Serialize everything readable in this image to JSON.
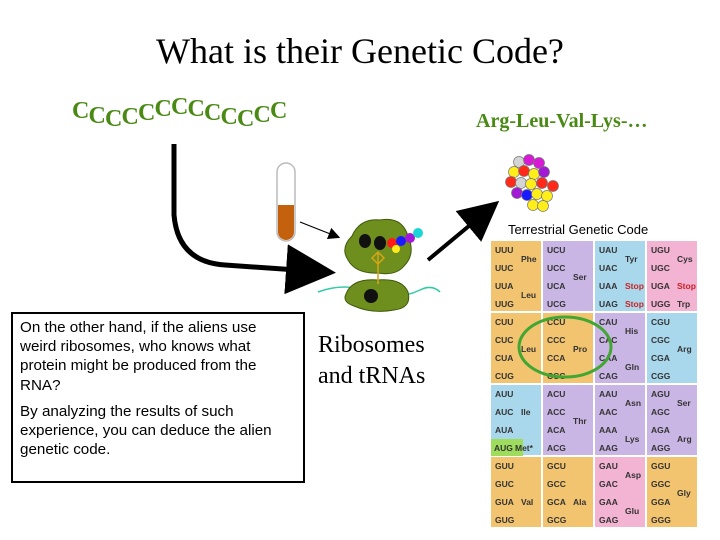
{
  "title": "What is their Genetic Code?",
  "sequence": [
    "C",
    "C",
    "C",
    "C",
    "C",
    "C",
    "C",
    "C",
    "C",
    "C",
    "C",
    "C",
    "C"
  ],
  "peptide": "Arg-Leu-Val-Lys-…",
  "ribosome_label": [
    "Ribosomes",
    "and tRNAs"
  ],
  "textbox": {
    "p1": "On the other hand, if the aliens use weird ribosomes, who knows what protein might be produced from the RNA?",
    "p2": "By analyzing the results of such experience, you can deduce the alien genetic code."
  },
  "code_table_label": "Terrestrial Genetic Code",
  "code_table": {
    "colors": {
      "tan": "#f2c470",
      "purple": "#c9b6e4",
      "blue": "#a9d8ec",
      "pink": "#f3b3d2",
      "green": "#9ddc5c",
      "highlight": "#41a632"
    },
    "blocks": [
      {
        "row": 0,
        "col": 0,
        "color": "tan",
        "codons": [
          "UUU",
          "UUC",
          "UUA",
          "UUG"
        ],
        "aas": [
          {
            "t": "Phe",
            "at": 0.5
          },
          {
            "t": "Leu",
            "at": 2.5
          }
        ]
      },
      {
        "row": 0,
        "col": 1,
        "color": "purple",
        "codons": [
          "UCU",
          "UCC",
          "UCA",
          "UCG"
        ],
        "aas": [
          {
            "t": "Ser",
            "at": 1.5
          }
        ]
      },
      {
        "row": 0,
        "col": 2,
        "color": "blue",
        "codons": [
          "UAU",
          "UAC",
          "UAA",
          "UAG"
        ],
        "aas": [
          {
            "t": "Tyr",
            "at": 0.5
          },
          {
            "t": "Stop",
            "at": 2,
            "stop": true
          },
          {
            "t": "Stop",
            "at": 3,
            "stop": true
          }
        ]
      },
      {
        "row": 0,
        "col": 3,
        "color": "pink",
        "codons": [
          "UGU",
          "UGC",
          "UGA",
          "UGG"
        ],
        "aas": [
          {
            "t": "Cys",
            "at": 0.5
          },
          {
            "t": "Stop",
            "at": 2,
            "stop": true
          },
          {
            "t": "Trp",
            "at": 3
          }
        ]
      },
      {
        "row": 1,
        "col": 0,
        "color": "tan",
        "codons": [
          "CUU",
          "CUC",
          "CUA",
          "CUG"
        ],
        "aas": [
          {
            "t": "Leu",
            "at": 1.5
          }
        ]
      },
      {
        "row": 1,
        "col": 1,
        "color": "tan",
        "codons": [
          "CCU",
          "CCC",
          "CCA",
          "CCG"
        ],
        "aas": [
          {
            "t": "Pro",
            "at": 1.5
          }
        ]
      },
      {
        "row": 1,
        "col": 2,
        "color": "purple",
        "codons": [
          "CAU",
          "CAC",
          "CAA",
          "CAG"
        ],
        "aas": [
          {
            "t": "His",
            "at": 0.5
          },
          {
            "t": "Gln",
            "at": 2.5
          }
        ]
      },
      {
        "row": 1,
        "col": 3,
        "color": "blue",
        "codons": [
          "CGU",
          "CGC",
          "CGA",
          "CGG"
        ],
        "aas": [
          {
            "t": "Arg",
            "at": 1.5
          }
        ]
      },
      {
        "row": 2,
        "col": 0,
        "color": "blue",
        "codons": [
          "AUU",
          "AUC",
          "AUA",
          "AUG"
        ],
        "aas": [
          {
            "t": "Ile",
            "at": 1
          }
        ],
        "special": "Met*"
      },
      {
        "row": 2,
        "col": 1,
        "color": "purple",
        "codons": [
          "ACU",
          "ACC",
          "ACA",
          "ACG"
        ],
        "aas": [
          {
            "t": "Thr",
            "at": 1.5
          }
        ]
      },
      {
        "row": 2,
        "col": 2,
        "color": "purple",
        "codons": [
          "AAU",
          "AAC",
          "AAA",
          "AAG"
        ],
        "aas": [
          {
            "t": "Asn",
            "at": 0.5
          },
          {
            "t": "Lys",
            "at": 2.5
          }
        ]
      },
      {
        "row": 2,
        "col": 3,
        "color": "purple",
        "codons": [
          "AGU",
          "AGC",
          "AGA",
          "AGG"
        ],
        "aas": [
          {
            "t": "Ser",
            "at": 0.5
          },
          {
            "t": "Arg",
            "at": 2.5
          }
        ]
      },
      {
        "row": 3,
        "col": 0,
        "color": "tan",
        "codons": [
          "GUU",
          "GUC",
          "GUA",
          "GUG"
        ],
        "aas": [
          {
            "t": "Val",
            "at": 2
          }
        ]
      },
      {
        "row": 3,
        "col": 1,
        "color": "tan",
        "codons": [
          "GCU",
          "GCC",
          "GCA",
          "GCG"
        ],
        "aas": [
          {
            "t": "Ala",
            "at": 2
          }
        ]
      },
      {
        "row": 3,
        "col": 2,
        "color": "pink",
        "codons": [
          "GAU",
          "GAC",
          "GAA",
          "GAG"
        ],
        "aas": [
          {
            "t": "Asp",
            "at": 0.5
          },
          {
            "t": "Glu",
            "at": 2.5
          }
        ]
      },
      {
        "row": 3,
        "col": 3,
        "color": "tan",
        "codons": [
          "GGU",
          "GGC",
          "GGA",
          "GGG"
        ],
        "aas": [
          {
            "t": "Gly",
            "at": 1.5
          }
        ]
      }
    ]
  }
}
